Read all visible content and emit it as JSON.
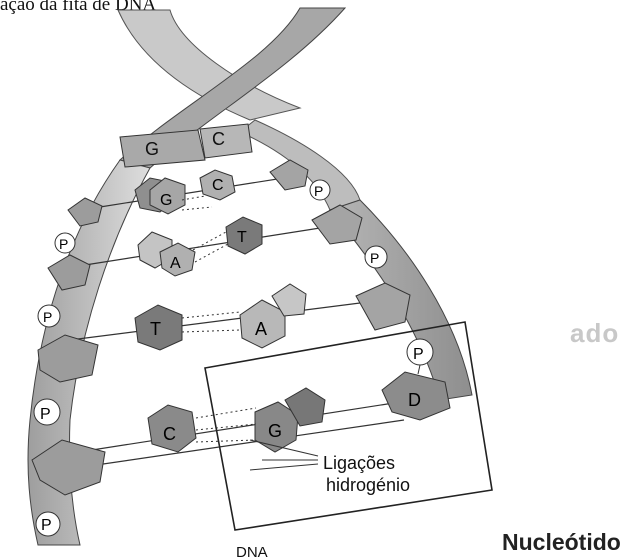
{
  "caption": "ação da fita de DNA",
  "phosphate_label": "P",
  "base_pairs": [
    {
      "left": "G",
      "right": "C"
    },
    {
      "left": "G",
      "right": "C"
    },
    {
      "left": "A",
      "right": "T"
    },
    {
      "left": "T",
      "right": "A"
    },
    {
      "left": "C",
      "right": "G"
    }
  ],
  "sugar_label": "D",
  "hydrogen_bonds_label_line1": "Ligações",
  "hydrogen_bonds_label_line2": "hidrogénio",
  "nucleotide_label": "Nucleótido",
  "dna_label": "DNA",
  "colors": {
    "strand": "#9a9a9a",
    "strand_light": "#cfcfcf",
    "base_dark": "#7d7d7d",
    "base_light": "#b9b9b9"
  }
}
